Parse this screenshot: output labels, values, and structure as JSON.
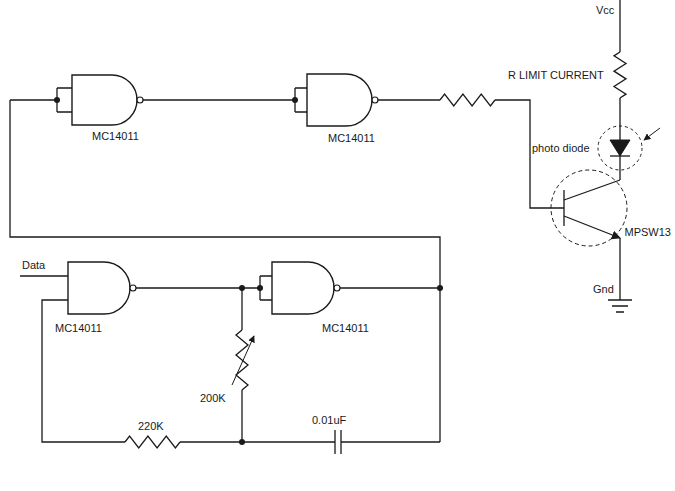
{
  "diagram": {
    "labels": [
      "Vcc",
      "R LIMIT CURRENT",
      "photo diode",
      "MPSW13",
      "Gnd",
      "MC14011",
      "MC14011",
      "Data",
      "MC14011",
      "MC14011",
      "200K",
      "220K",
      "0.01uF"
    ]
  }
}
